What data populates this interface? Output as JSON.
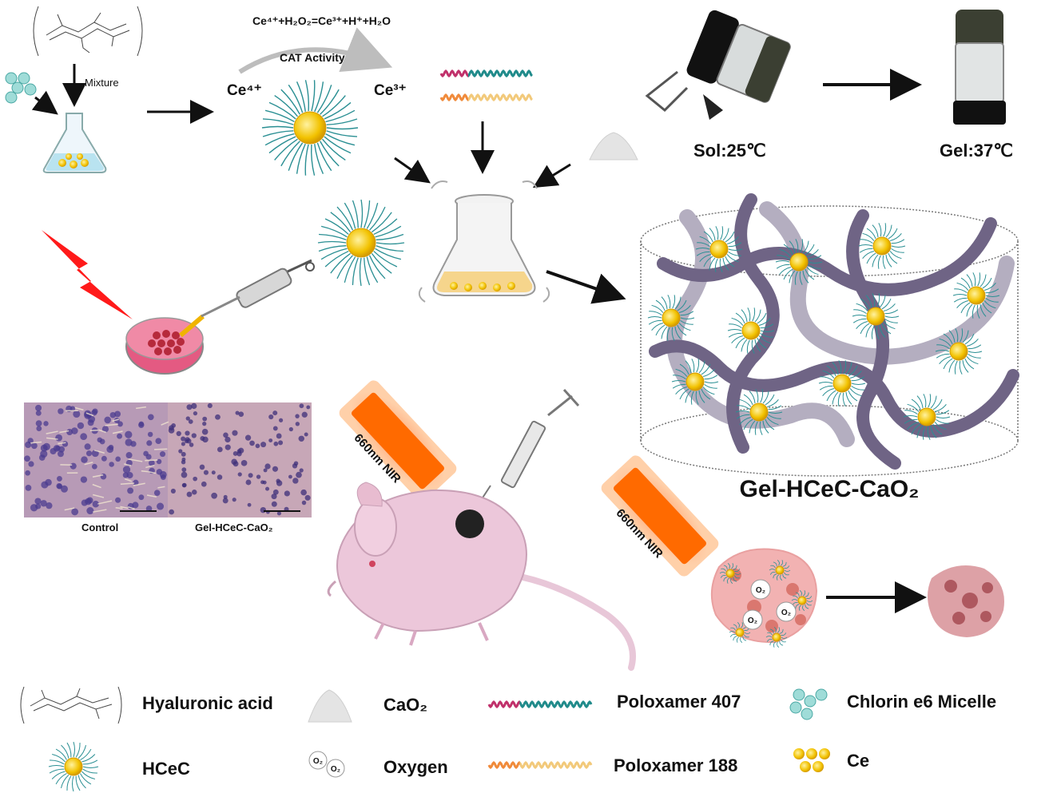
{
  "reaction": {
    "equation": "Ce⁴⁺+H₂O₂=Ce³⁺+H⁺+H₂O",
    "activity": "CAT Activity",
    "ce4": "Ce⁴⁺",
    "ce3": "Ce³⁺"
  },
  "mixture_label": "Mixture",
  "sol_label": "Sol:25℃",
  "gel_label": "Gel:37℃",
  "product_title": "Gel-HCeC-CaO₂",
  "histology": {
    "control_label": "Control",
    "treated_label": "Gel-HCeC-CaO₂"
  },
  "laser_labels": [
    "660nm NIR",
    "660nm NIR"
  ],
  "oxygen_symbol": "O₂",
  "legend": [
    {
      "icon": "hyaluronic-acid-icon",
      "label": "Hyaluronic acid"
    },
    {
      "icon": "cao2-icon",
      "label": "CaO₂"
    },
    {
      "icon": "poloxamer-407-icon",
      "label": "Poloxamer 407"
    },
    {
      "icon": "chlorin-e6-micelle-icon",
      "label": "Chlorin e6 Micelle"
    },
    {
      "icon": "hcec-icon",
      "label": "HCeC"
    },
    {
      "icon": "oxygen-icon",
      "label": "Oxygen"
    },
    {
      "icon": "poloxamer-188-icon",
      "label": "Poloxamer 188"
    },
    {
      "icon": "ce-icon",
      "label": "Ce"
    }
  ],
  "colors": {
    "ce_core": "#f2c200",
    "micelle": "#8fd3cf",
    "hydrogel_fiber": "#6f6485",
    "poloxamer407_a": "#c0306a",
    "poloxamer407_b": "#1f8a8a",
    "poloxamer188_a": "#f08a3a",
    "poloxamer188_b": "#f2c97a",
    "laser": "#ff6a00",
    "arrow": "#111111"
  }
}
